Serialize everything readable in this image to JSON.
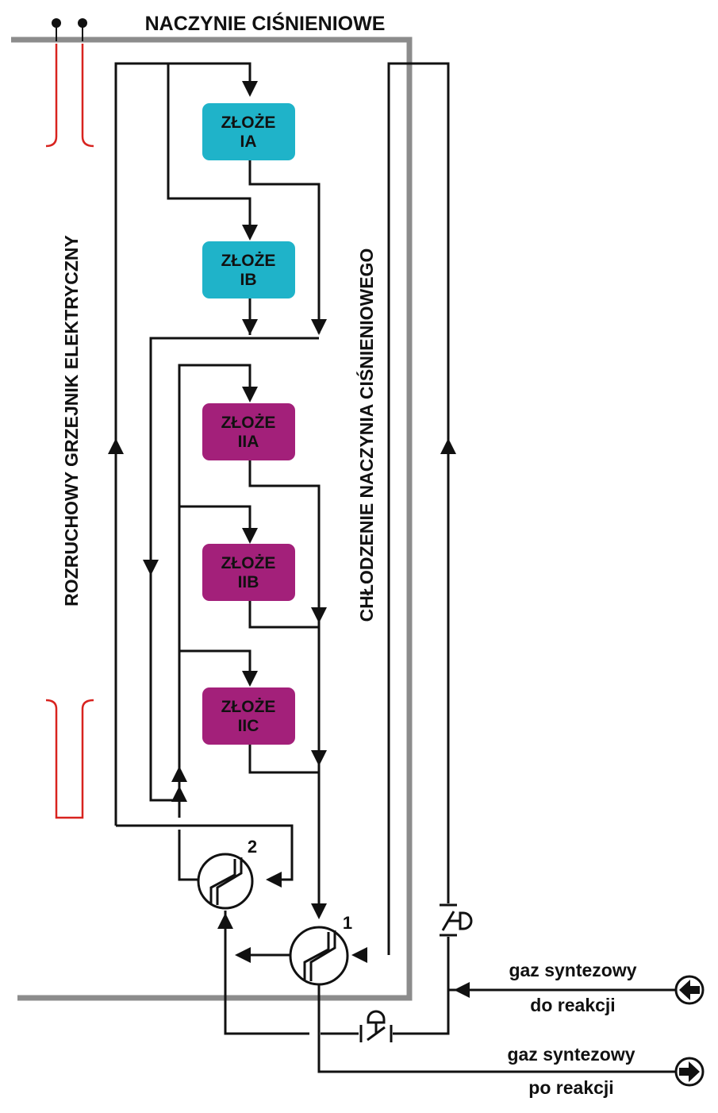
{
  "labels": {
    "vessel": "NACZYNIE  CIŚNIENIOWE",
    "heater": "ROZRUCHOWY  GRZEJNIK  ELEKTRYCZNY",
    "cooling": "CHŁODZENIE  NACZYNIA  CIŚNIENIOWEGO",
    "inlet_line1": "gaz syntezowy",
    "inlet_line2": "do reakcji",
    "outlet_line1": "gaz syntezowy",
    "outlet_line2": "po reakcji",
    "hx1": "1",
    "hx2": "2"
  },
  "beds": [
    {
      "line1": "ZŁOŻE",
      "line2": "IA"
    },
    {
      "line1": "ZŁOŻE",
      "line2": "IB"
    },
    {
      "line1": "ZŁOŻE",
      "line2": "IIA"
    },
    {
      "line1": "ZŁOŻE",
      "line2": "IIB"
    },
    {
      "line1": "ZŁOŻE",
      "line2": "IIC"
    }
  ],
  "colors": {
    "bed_stage1": "#1fb3c9",
    "bed_stage2": "#a3207a",
    "vessel_wall": "#8c8c8c",
    "heater": "#d8231f",
    "line": "#111111"
  }
}
